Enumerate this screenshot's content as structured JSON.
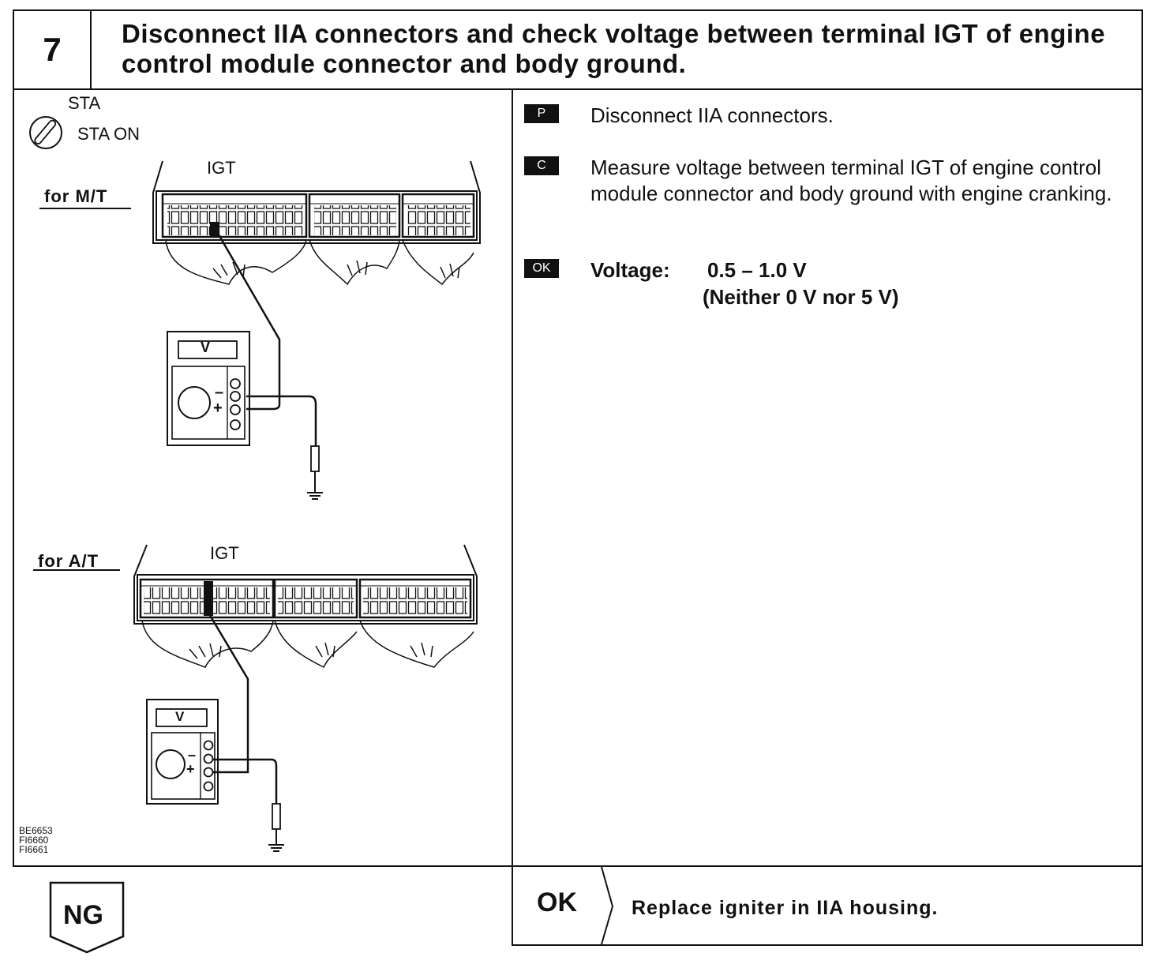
{
  "header": {
    "step_number": "7",
    "title": "Disconnect IIA connectors and check voltage between terminal IGT of engine control module connector and body ground."
  },
  "diagram": {
    "switch_label": "STA",
    "switch_state": "STA ON",
    "mt": {
      "label": "for M/T",
      "terminal": "IGT",
      "meter_unit": "V",
      "minus": "–",
      "plus": "+"
    },
    "at": {
      "label": "for A/T",
      "terminal": "IGT",
      "meter_unit": "V",
      "minus": "–",
      "plus": "+"
    },
    "figure_codes": [
      "BE6653",
      "FI6660",
      "FI6661"
    ]
  },
  "steps": [
    {
      "badge": "P",
      "text": "Disconnect IIA connectors."
    },
    {
      "badge": "C",
      "text": "Measure voltage between terminal IGT of engine control module connector and body ground with engine cranking."
    },
    {
      "badge": "OK",
      "label": "Voltage:",
      "value": "0.5 – 1.0 V",
      "note": "(Neither 0 V nor 5 V)"
    }
  ],
  "results": {
    "ng_label": "NG",
    "ok_label": "OK",
    "ok_action": "Replace igniter in IIA housing."
  }
}
